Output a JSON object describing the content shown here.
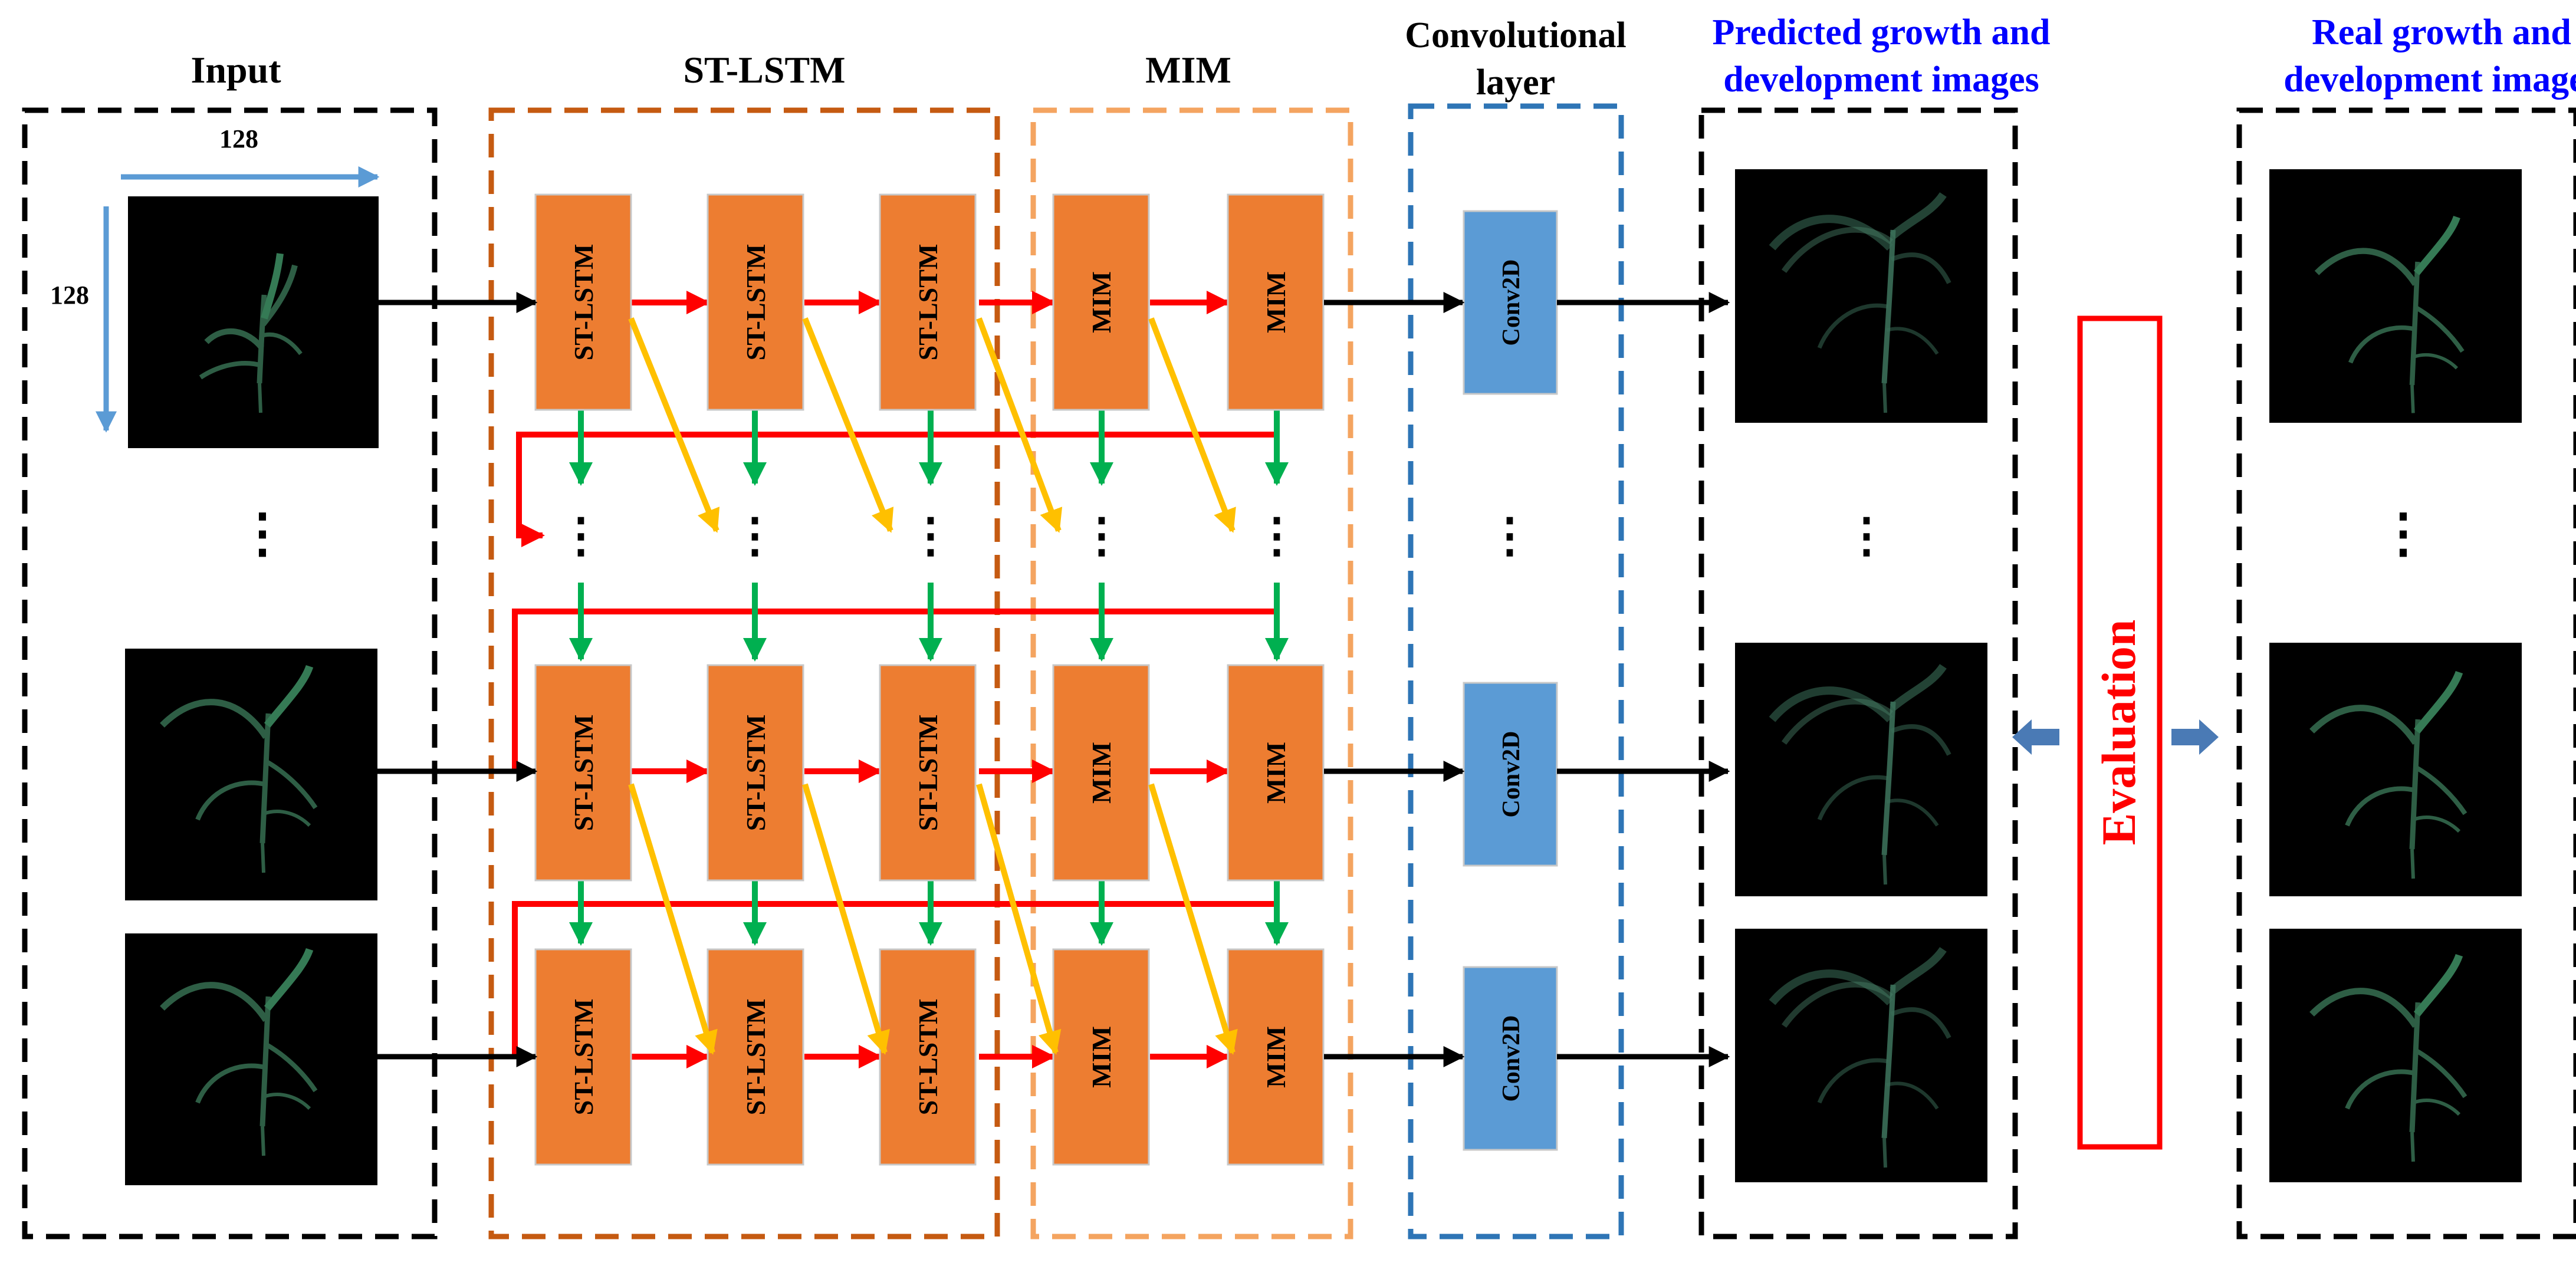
{
  "headers": {
    "input": "Input",
    "st_lstm": "ST-LSTM",
    "mim": "MIM",
    "conv_line1": "Convolutional",
    "conv_line2": "layer",
    "pred_line1": "Predicted  growth and",
    "pred_line2": "development images",
    "real_line1": "Real growth and",
    "real_line2": "development images"
  },
  "dimensions": {
    "width_label": "128",
    "height_label": "128"
  },
  "cells": {
    "st_lstm": "ST-LSTM",
    "mim": "MIM",
    "conv": "Conv2D"
  },
  "evaluation_label": "Evaluation",
  "ellipsis": "⋮",
  "colors": {
    "cell_orange": "#ed7d31",
    "conv_blue": "#5b9bd5",
    "red_arrow": "#ff0000",
    "green_arrow": "#00b050",
    "yellow_arrow": "#ffc000",
    "black_arrow": "#000000",
    "dim_arrow": "#5b9bd5",
    "eval_arrow": "#4a7ab5",
    "header_blue": "#0000ff",
    "st_lstm_border": "#c55a11",
    "mim_border": "#f4a460",
    "conv_border": "#2e75b6",
    "image_bg": "#000000",
    "plant": "#2e5e45"
  }
}
